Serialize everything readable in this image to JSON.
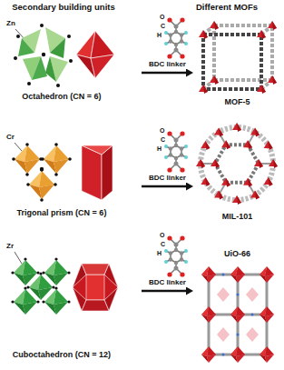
{
  "diagram": {
    "nodes": [
      {
        "text": [
          "Octahedron (CN = 6)"
        ]
      },
      {
        "text": [
          "MOF-5"
        ]
      },
      {
        "text": [
          "Trigonal prism (CN = 6)"
        ]
      },
      {
        "text": [
          "MIL-101"
        ]
      },
      {
        "text": [
          "Cuboctahedron (CN = 12)"
        ]
      },
      {
        "text": [
          "UiO-66"
        ]
      }
    ],
    "edges": [
      {
        "from": 0,
        "to": 1,
        "label": "BDC linker",
        "arrow": "to"
      },
      {
        "from": 2,
        "to": 3,
        "label": "BDC linker",
        "arrow": "to"
      },
      {
        "from": 4,
        "to": 5,
        "label": "BDC linker",
        "arrow": "to"
      }
    ],
    "labels": [
      "Secondary building units",
      "Different MOFs",
      "Zn",
      "O",
      "C",
      "H",
      "Cr",
      "O",
      "C",
      "H",
      "Zr",
      "O",
      "C",
      "H"
    ]
  }
}
